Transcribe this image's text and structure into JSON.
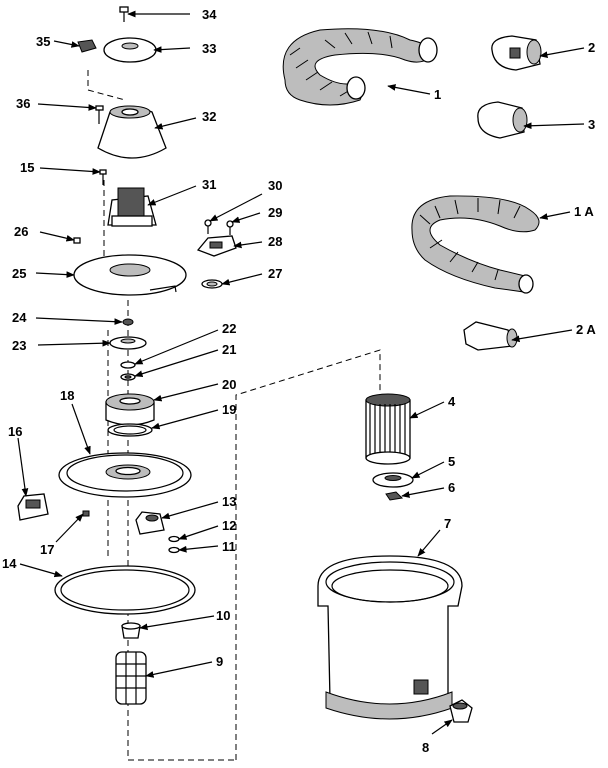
{
  "labels": {
    "p1": "1",
    "p1A": "1 A",
    "p2": "2",
    "p2A": "2 A",
    "p3": "3",
    "p4": "4",
    "p5": "5",
    "p6": "6",
    "p7": "7",
    "p8": "8",
    "p9": "9",
    "p10": "10",
    "p11": "11",
    "p12": "12",
    "p13": "13",
    "p14": "14",
    "p15": "15",
    "p16": "16",
    "p17": "17",
    "p18": "18",
    "p19": "19",
    "p20": "20",
    "p21": "21",
    "p22": "22",
    "p23": "23",
    "p24": "24",
    "p25": "25",
    "p26": "26",
    "p27": "27",
    "p28": "28",
    "p29": "29",
    "p30": "30",
    "p31": "31",
    "p32": "32",
    "p33": "33",
    "p34": "34",
    "p35": "35",
    "p36": "36"
  }
}
